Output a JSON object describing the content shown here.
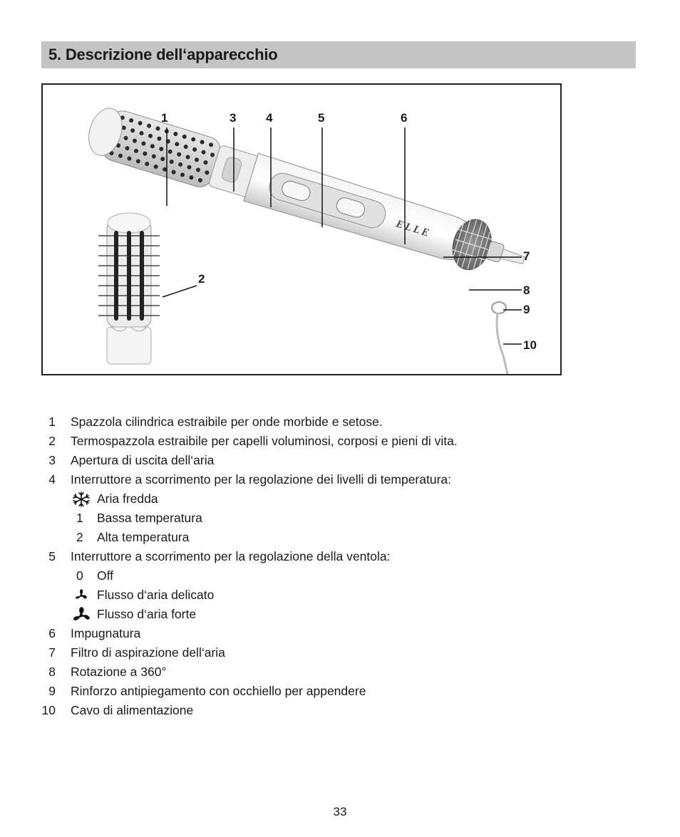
{
  "header": {
    "title": "5. Descrizione dell‘apparecchio"
  },
  "figure": {
    "callouts": [
      "1",
      "2",
      "3",
      "4",
      "5",
      "6",
      "7",
      "8",
      "9",
      "10"
    ],
    "brand_logo": "ELLE"
  },
  "list": {
    "items": [
      {
        "num": "1",
        "text": "Spazzola cilindrica estraibile per onde morbide e setose."
      },
      {
        "num": "2",
        "text": "Termospazzola estraibile per capelli voluminosi, corposi e pieni di vita."
      },
      {
        "num": "3",
        "text": "Apertura di uscita dell‘aria"
      },
      {
        "num": "4",
        "text": "Interruttore a scorrimento per la regolazione dei livelli di temperatura:"
      },
      {
        "num": "5",
        "text": "Interruttore a scorrimento per la regolazione della ventola:"
      },
      {
        "num": "6",
        "text": "Impugnatura"
      },
      {
        "num": "7",
        "text": "Filtro di aspirazione dell‘aria"
      },
      {
        "num": "8",
        "text": "Rotazione a 360°"
      },
      {
        "num": "9",
        "text": "Rinforzo antipiegamento con occhiello per appendere"
      },
      {
        "num": "10",
        "text": "Cavo di alimentazione"
      }
    ],
    "temperature_levels": [
      {
        "icon": "snowflake-icon",
        "text": "Aria fredda"
      },
      {
        "num": "1",
        "text": "Bassa temperatura"
      },
      {
        "num": "2",
        "text": "Alta temperatura"
      }
    ],
    "fan_levels": [
      {
        "num": "0",
        "text": "Off"
      },
      {
        "icon": "fan-small-icon",
        "text": "Flusso d‘aria delicato"
      },
      {
        "icon": "fan-large-icon",
        "text": "Flusso d‘aria forte"
      }
    ]
  },
  "footer": {
    "page_number": "33"
  }
}
